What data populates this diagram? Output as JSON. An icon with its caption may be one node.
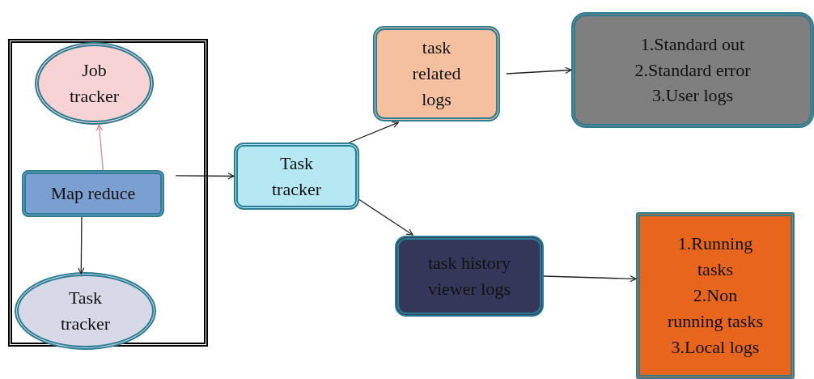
{
  "diagram": {
    "nodes": [
      {
        "text": [],
        "shape": "box"
      },
      {
        "text": [
          "Job tracker"
        ],
        "in": 0
      },
      {
        "text": [
          "Map reduce"
        ],
        "in": 0
      },
      {
        "text": [
          "Task tracker"
        ],
        "in": 0
      },
      {
        "text": [
          "Task tracker"
        ]
      },
      {
        "text": [
          "task related logs"
        ]
      },
      {
        "text": [
          "1.Standard out",
          "2.Standard error",
          "3.User logs"
        ]
      },
      {
        "text": [
          "task history viewer logs"
        ]
      },
      {
        "text": [
          "1.Running tasks",
          "2.Non running tasks",
          "3.Local logs"
        ]
      }
    ],
    "edges": [
      {
        "from": 2,
        "to": 1,
        "arrow": "to",
        "color": "#e8838a"
      },
      {
        "from": 2,
        "to": 3,
        "arrow": "to"
      },
      {
        "from": 2,
        "to": 4,
        "arrow": "to"
      },
      {
        "from": 4,
        "to": 5,
        "arrow": "to"
      },
      {
        "from": 5,
        "to": 6,
        "arrow": "to"
      },
      {
        "from": 4,
        "to": 7,
        "arrow": "to"
      },
      {
        "from": 7,
        "to": 8,
        "arrow": "to"
      }
    ]
  }
}
